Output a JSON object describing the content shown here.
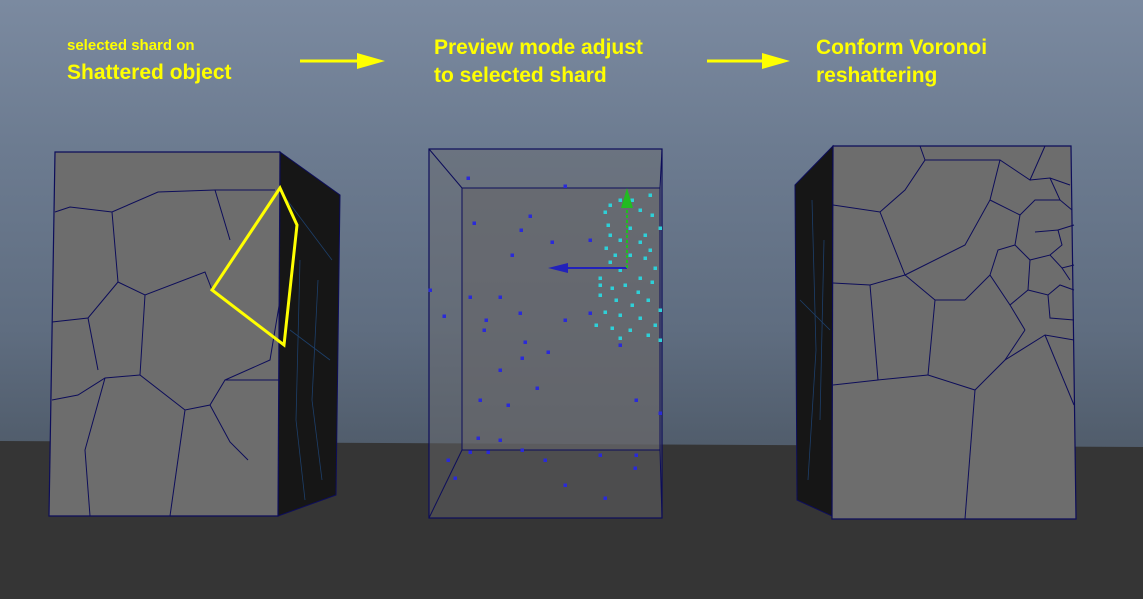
{
  "captions": {
    "step1": {
      "line1": "selected shard on",
      "line2": "Shattered object"
    },
    "step2": {
      "line1": "Preview mode adjust",
      "line2": "to selected shard"
    },
    "step3": {
      "line1": "Conform Voronoi",
      "line2": "reshattering"
    }
  },
  "colors": {
    "caption": "#ffff00",
    "arrow": "#ffff00",
    "highlight": "#ffff00",
    "shard_edges": "#0d0d5a",
    "block_face": "#6d6d6d",
    "block_side": "#141414",
    "floor": "#353535",
    "points_dark": "#2a2ad8",
    "points_selected": "#2ed0d8",
    "manip_y": "#22bb22",
    "manip_x": "#2222bb"
  },
  "icons": {
    "arrow_1": "right-arrow-icon",
    "arrow_2": "right-arrow-icon",
    "manipulator": "move-manipulator-icon"
  }
}
